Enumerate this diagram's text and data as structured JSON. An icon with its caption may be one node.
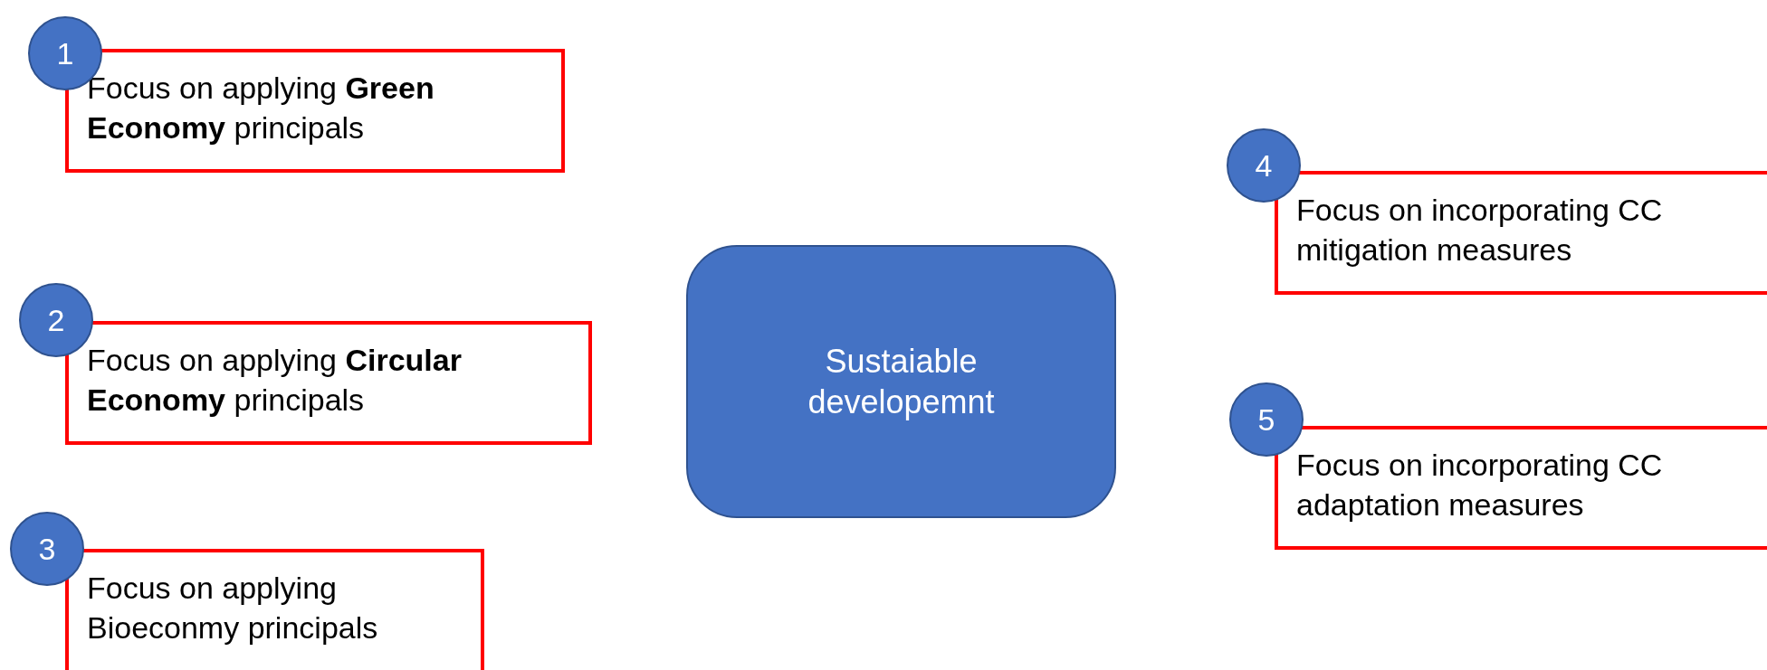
{
  "diagram": {
    "nodes": [
      {
        "text": [
          "1"
        ]
      },
      {
        "text": [
          "Focus on applying **Green Economy** principals"
        ]
      },
      {
        "text": [
          "2"
        ]
      },
      {
        "text": [
          "Focus on applying **Circular Economy** principals"
        ]
      },
      {
        "text": [
          "3"
        ]
      },
      {
        "text": [
          "Focus on applying Bioeconmy principals"
        ]
      },
      {
        "text": [
          "Sustaiable developemnt"
        ]
      },
      {
        "text": [
          "4"
        ]
      },
      {
        "text": [
          "Focus on incorporating CC mitigation measures"
        ]
      },
      {
        "text": [
          "5"
        ]
      },
      {
        "text": [
          "Focus on incorporating CC adaptation measures"
        ]
      }
    ]
  }
}
